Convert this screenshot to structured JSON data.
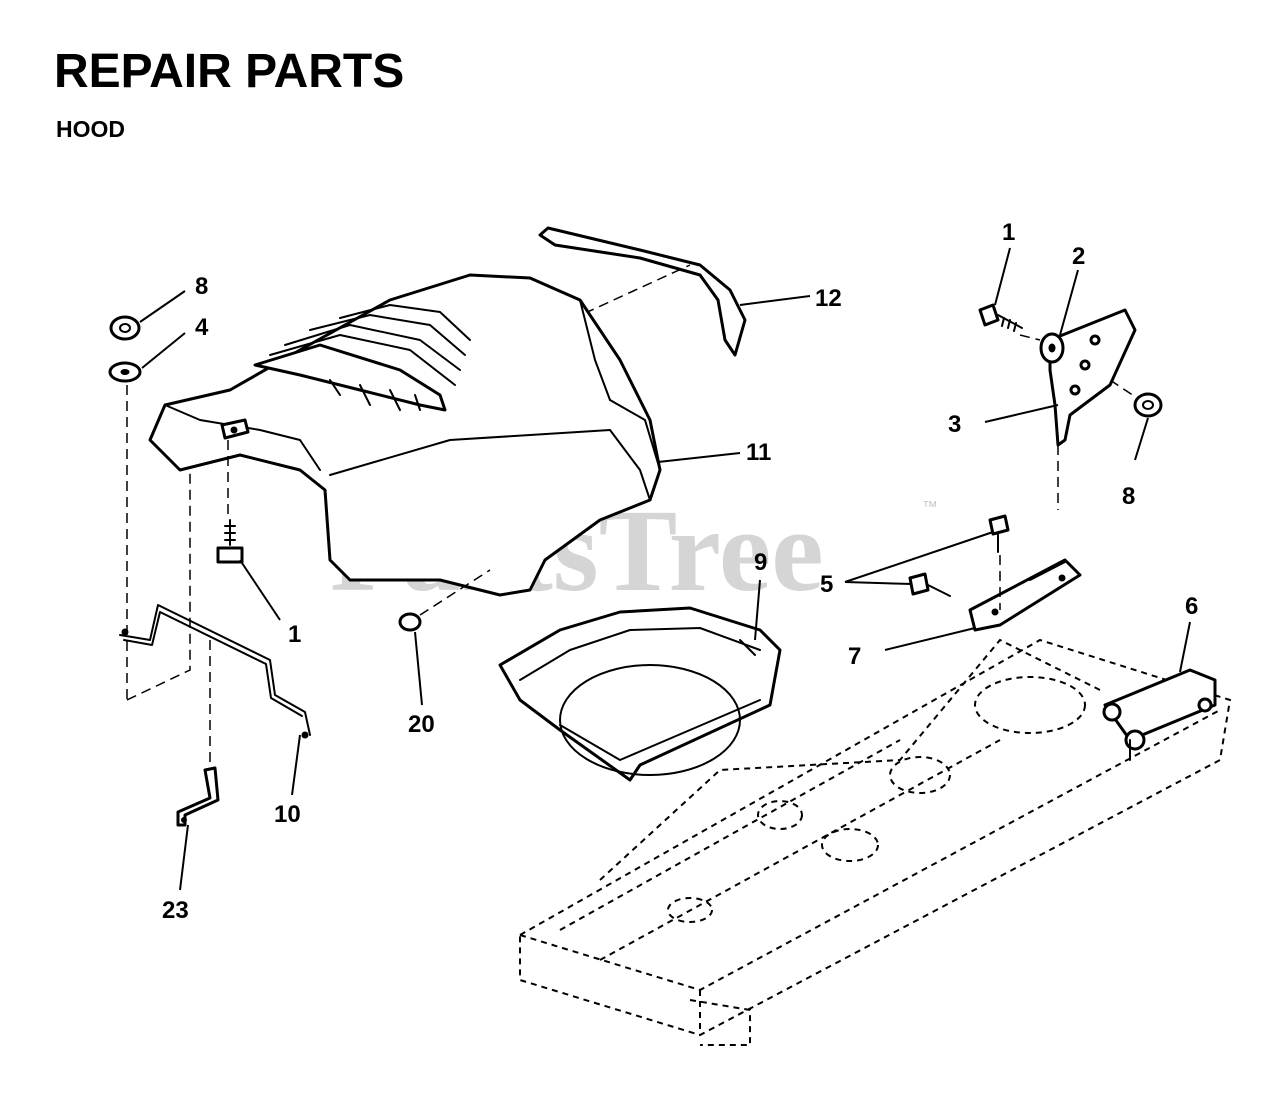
{
  "header": {
    "title": "REPAIR PARTS",
    "subtitle": "HOOD"
  },
  "watermark": {
    "text": "PartsTree",
    "trademark": "™"
  },
  "callouts": [
    {
      "id": "c8-left",
      "label": "8"
    },
    {
      "id": "c4",
      "label": "4"
    },
    {
      "id": "c1-left",
      "label": "1"
    },
    {
      "id": "c10",
      "label": "10"
    },
    {
      "id": "c23",
      "label": "23"
    },
    {
      "id": "c20",
      "label": "20"
    },
    {
      "id": "c9",
      "label": "9"
    },
    {
      "id": "c11",
      "label": "11"
    },
    {
      "id": "c12",
      "label": "12"
    },
    {
      "id": "c1-right",
      "label": "1"
    },
    {
      "id": "c2",
      "label": "2"
    },
    {
      "id": "c3",
      "label": "3"
    },
    {
      "id": "c8-right",
      "label": "8"
    },
    {
      "id": "c5",
      "label": "5"
    },
    {
      "id": "c7",
      "label": "7"
    },
    {
      "id": "c6",
      "label": "6"
    }
  ],
  "colors": {
    "line": "#000000",
    "background": "#ffffff",
    "watermark": "#c8c8c8"
  }
}
